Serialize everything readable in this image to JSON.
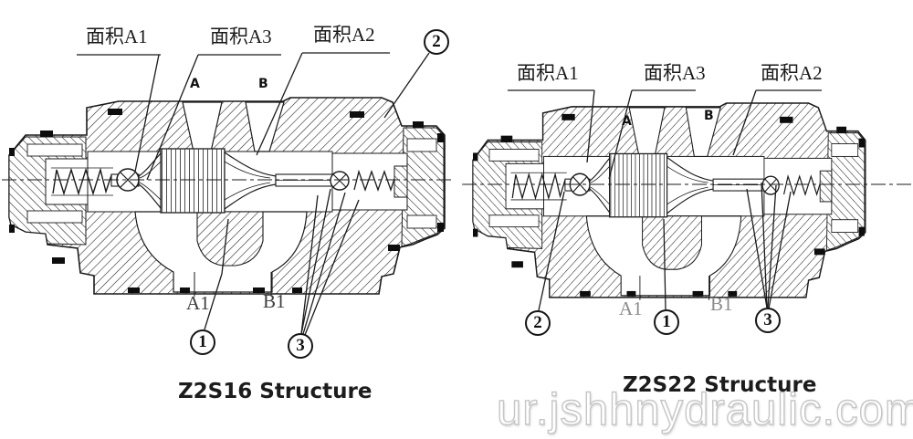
{
  "colors": {
    "ink": "#1a1a1a",
    "label_gray": "#8c8c8c",
    "watermark_gray": "#c6c6c6"
  },
  "watermark": {
    "text": "ur.jshhnydraulic.com"
  },
  "diagram_left": {
    "caption": "Z2S16 Structure",
    "area_label_a1": "面积A1",
    "area_label_a3": "面积A3",
    "area_label_a2": "面积A2",
    "port_letter_a": "A",
    "port_letter_b": "B",
    "bottom_port_a1": "A1",
    "bottom_port_b1": "B1",
    "callout_1": "1",
    "callout_2": "2",
    "callout_3": "3"
  },
  "diagram_right": {
    "caption": "Z2S22 Structure",
    "area_label_a1": "面积A1",
    "area_label_a3": "面积A3",
    "area_label_a2": "面积A2",
    "port_letter_a": "A",
    "port_letter_b": "B",
    "bottom_port_a1": "A1",
    "bottom_port_b1": "B1",
    "callout_1": "1",
    "callout_2": "2",
    "callout_3": "3"
  }
}
